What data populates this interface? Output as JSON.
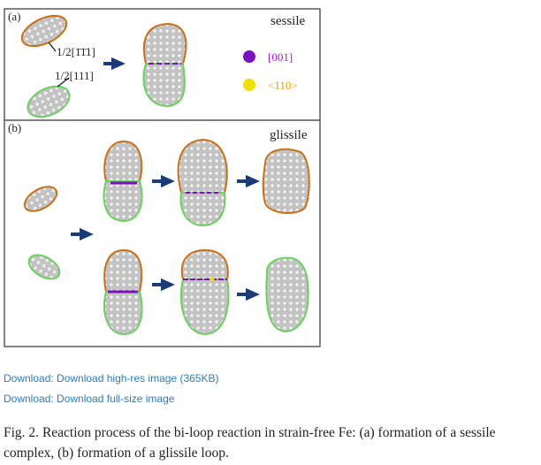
{
  "figure": {
    "panel_a": {
      "label": "(a)",
      "title": "sessile",
      "burgers_1": "1/2[1̄1̄1]",
      "burgers_2": "1/2[111]",
      "legend": [
        {
          "label": "[001]",
          "color": "#7a10c0"
        },
        {
          "label": "<110>",
          "color": "#f0e000"
        }
      ]
    },
    "panel_b": {
      "label": "(b)",
      "title": "glissile"
    },
    "colors": {
      "loop_1": "#c87018",
      "loop_2": "#6cd060",
      "arrow": "#1a3a7a",
      "atom": "#c8c8c8"
    }
  },
  "links": {
    "high_res": "Download: Download high-res image (365KB)",
    "full_size": "Download: Download full-size image"
  },
  "caption": {
    "label": "Fig. 2.",
    "text": "Reaction process of the bi-loop reaction in strain-free Fe: (a) formation of a sessile complex, (b) formation of a glissile loop."
  }
}
